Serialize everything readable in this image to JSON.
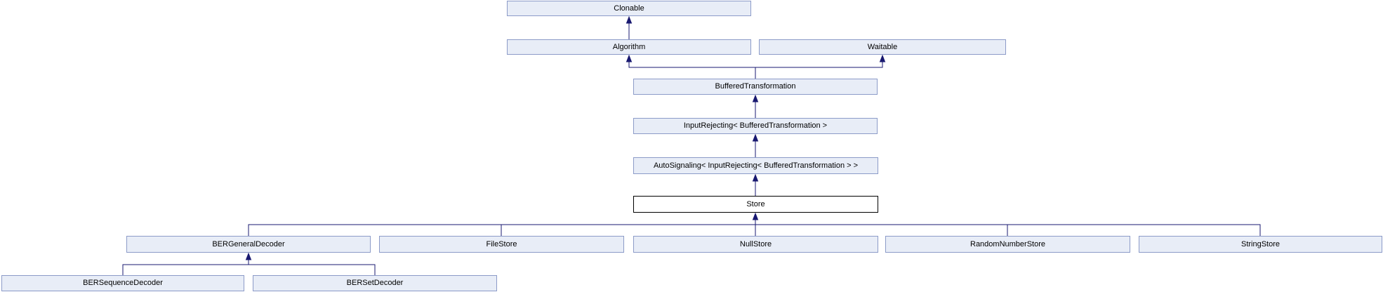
{
  "diagram": {
    "kind": "class-inheritance-graph",
    "current_class": "Store"
  },
  "colors": {
    "background": "#ffffff",
    "node_fill": "#E8EDF7",
    "node_border": "#8C9BC8",
    "current_node_fill": "#ffffff",
    "current_node_border": "#000000",
    "edge": "#191970",
    "text": "#000000"
  },
  "nodes": [
    {
      "id": "clonable",
      "label": "Clonable"
    },
    {
      "id": "algorithm",
      "label": "Algorithm"
    },
    {
      "id": "waitable",
      "label": "Waitable"
    },
    {
      "id": "buffered-transformation",
      "label": "BufferedTransformation"
    },
    {
      "id": "input-rejecting",
      "label": "InputRejecting< BufferedTransformation >"
    },
    {
      "id": "auto-signaling",
      "label": "AutoSignaling< InputRejecting< BufferedTransformation > >"
    },
    {
      "id": "store",
      "label": "Store"
    },
    {
      "id": "ber-general-decoder",
      "label": "BERGeneralDecoder"
    },
    {
      "id": "file-store",
      "label": "FileStore"
    },
    {
      "id": "null-store",
      "label": "NullStore"
    },
    {
      "id": "random-number-store",
      "label": "RandomNumberStore"
    },
    {
      "id": "string-store",
      "label": "StringStore"
    },
    {
      "id": "ber-sequence-decoder",
      "label": "BERSequenceDecoder"
    },
    {
      "id": "ber-set-decoder",
      "label": "BERSetDecoder"
    }
  ],
  "edges": [
    {
      "derived": "Algorithm",
      "base": "Clonable"
    },
    {
      "derived": "BufferedTransformation",
      "base": "Algorithm"
    },
    {
      "derived": "BufferedTransformation",
      "base": "Waitable"
    },
    {
      "derived": "InputRejecting< BufferedTransformation >",
      "base": "BufferedTransformation"
    },
    {
      "derived": "AutoSignaling< InputRejecting< BufferedTransformation > >",
      "base": "InputRejecting< BufferedTransformation >"
    },
    {
      "derived": "Store",
      "base": "AutoSignaling< InputRejecting< BufferedTransformation > >"
    },
    {
      "derived": "BERGeneralDecoder",
      "base": "Store"
    },
    {
      "derived": "FileStore",
      "base": "Store"
    },
    {
      "derived": "NullStore",
      "base": "Store"
    },
    {
      "derived": "RandomNumberStore",
      "base": "Store"
    },
    {
      "derived": "StringStore",
      "base": "Store"
    },
    {
      "derived": "BERSequenceDecoder",
      "base": "BERGeneralDecoder"
    },
    {
      "derived": "BERSetDecoder",
      "base": "BERGeneralDecoder"
    }
  ]
}
